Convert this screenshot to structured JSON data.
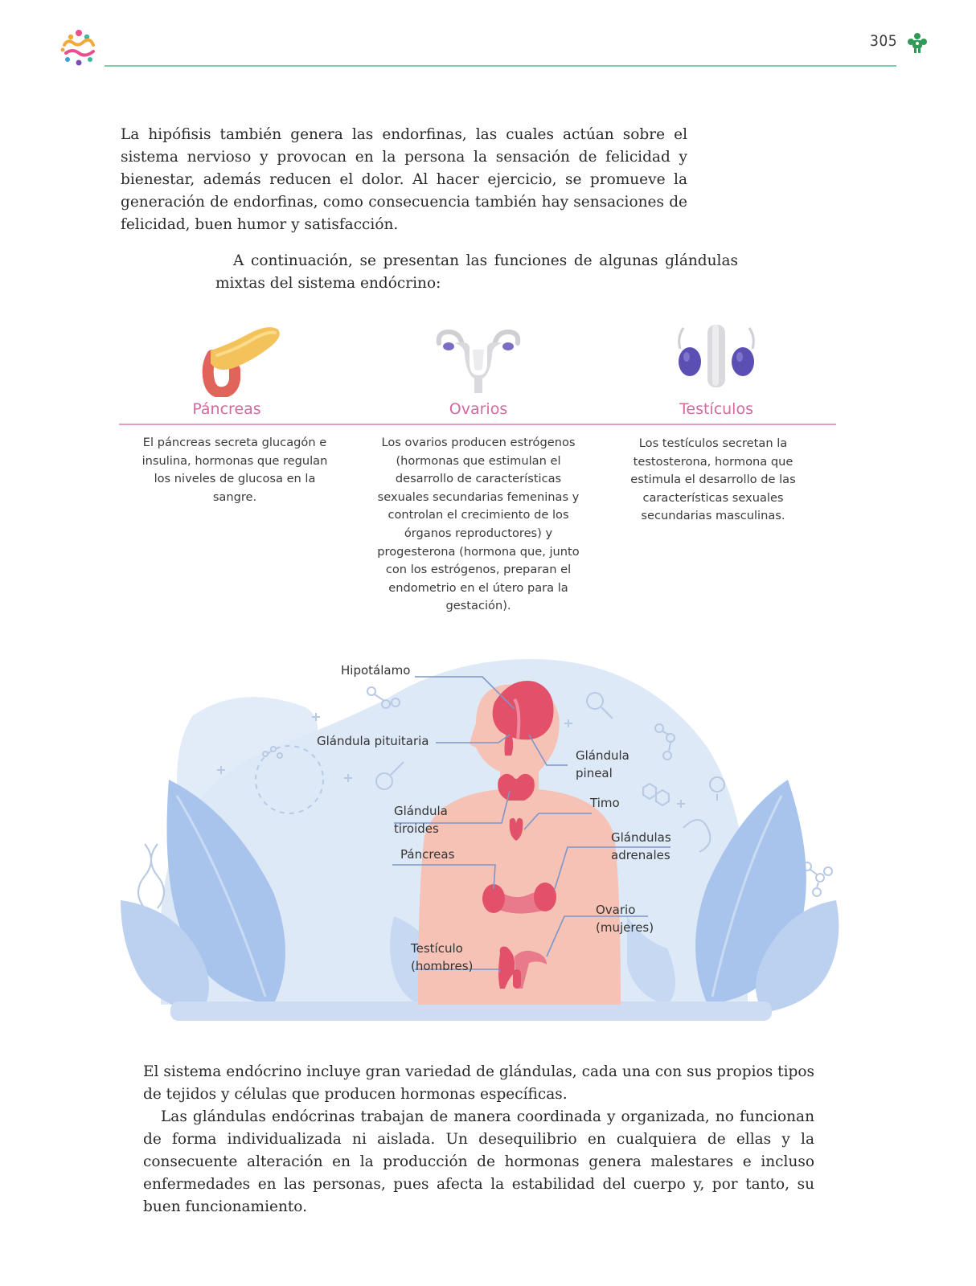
{
  "header": {
    "page_number": "305"
  },
  "intro": {
    "paragraph1": "La hipófisis también genera las endorfinas, las cuales actúan sobre el sistema nervioso y provocan en la persona la sensación de felicidad y bienestar, además reducen el dolor. Al hacer ejercicio, se promueve la generación de endorfinas, como consecuencia también hay sensaciones de felicidad, buen humor y satisfacción.",
    "paragraph2": "A continuación, se presentan las funciones de algunas glándulas mixtas del sistema endócrino:"
  },
  "glands": [
    {
      "title": "Páncreas",
      "description": "El páncreas secreta glucagón e insulina, hormonas que regulan los niveles de glucosa en la sangre."
    },
    {
      "title": "Ovarios",
      "description": "Los ovarios producen estrógenos (hormonas que estimulan el desarrollo de características sexuales secundarias femeninas y controlan el crecimiento de los órganos reproductores) y progesterona (hormona que, junto con los estrógenos, preparan el endometrio en el útero para la gestación)."
    },
    {
      "title": "Testículos",
      "description": "Los testículos secretan la testosterona, hormona que estimula el desarrollo de las características sexuales secundarias masculinas."
    }
  ],
  "diagram": {
    "labels": {
      "hipotalamo": "Hipotálamo",
      "pituitaria": "Glándula pituitaria",
      "pineal": "Glándula\npineal",
      "timo": "Timo",
      "tiroides": "Glándula\ntiroides",
      "adrenales": "Glándulas\nadrenales",
      "pancreas": "Páncreas",
      "ovario": "Ovario\n(mujeres)",
      "testiculo": "Testículo\n(hombres)"
    }
  },
  "closing": {
    "paragraph1": "El sistema endócrino incluye gran variedad de glándulas, cada una con sus propios tipos de tejidos y células que producen hormonas específicas.",
    "paragraph2": "Las glándulas endócrinas trabajan de manera coordinada y organizada, no funcionan de forma individualizada ni aislada. Un desequilibrio en cualquiera de ellas y la consecuente alteración en la producción de hormonas genera malestares e incluso enfermedades en las personas, pues afecta la estabilidad del cuerpo y, por tanto, su buen funcionamiento."
  },
  "colors": {
    "accent_green": "#7ccfa9",
    "gland_pink": "#d4689f",
    "organ_red": "#e3506a",
    "body_skin": "#f6c2b5",
    "bg_blue": "#dce8f7"
  }
}
